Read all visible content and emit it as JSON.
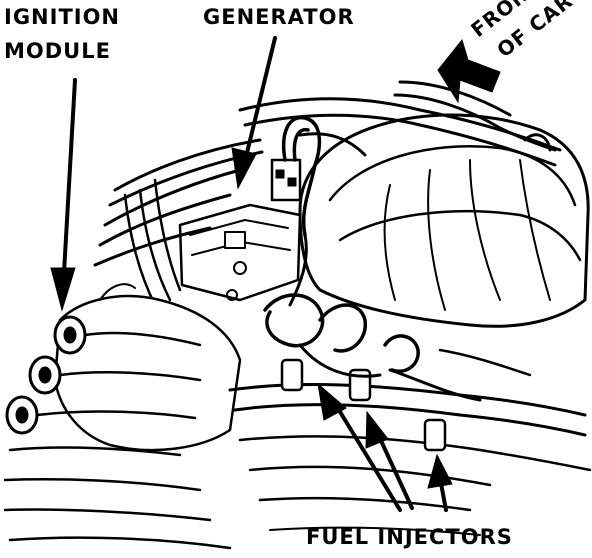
{
  "labels": {
    "ignition_line1": "IGNITION",
    "ignition_line2": "MODULE",
    "generator": "GENERATOR",
    "front_line1": "FRONT",
    "front_line2": "OF CAR",
    "fuel_injectors": "FUEL INJECTORS"
  },
  "colors": {
    "ink": "#000000",
    "paper": "#ffffff"
  }
}
